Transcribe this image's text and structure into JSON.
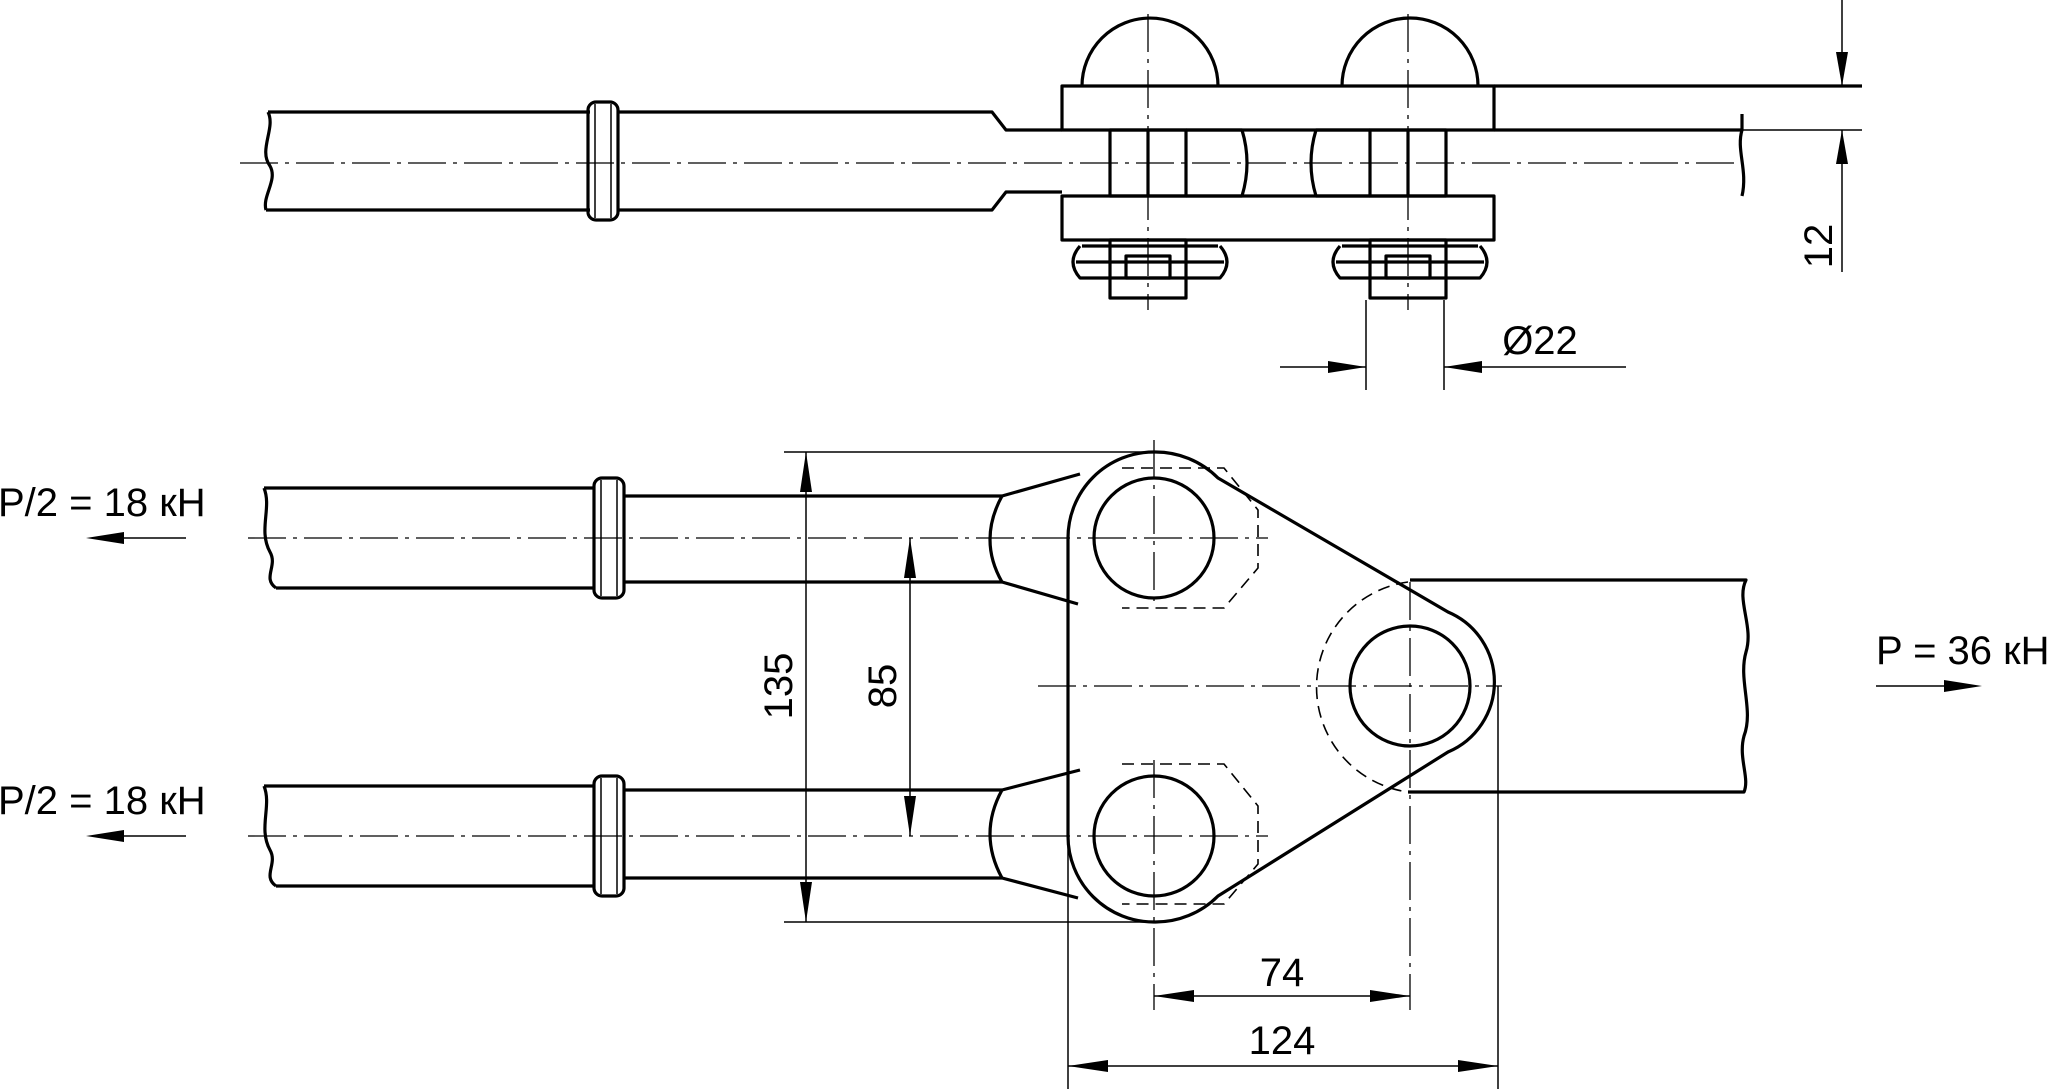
{
  "dimensions": {
    "thickness": "12",
    "hole_diameter": "Ø22",
    "outer_span": "135",
    "inner_span": "85",
    "pin_offset": "74",
    "overall_length": "124"
  },
  "loads": {
    "upper_branch": "P/2 = 18 кН",
    "lower_branch": "P/2 = 18 кН",
    "main_rod": "P = 36 кН"
  },
  "colors": {
    "line": "#000000",
    "background": "#ffffff"
  }
}
